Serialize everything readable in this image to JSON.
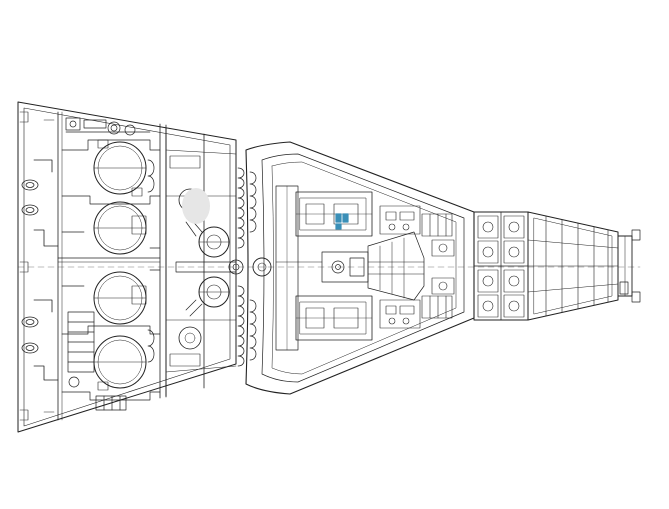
{
  "diagram": {
    "kind": "cutaway-technical-line-drawing",
    "text_labels": [],
    "colors": {
      "background": "#ffffff",
      "line": "#222222",
      "accent": "#3a8fb7",
      "shade": "#e6e6e6"
    },
    "sections": [
      {
        "name": "equipment-module",
        "label": ""
      },
      {
        "name": "retrograde-section",
        "label": ""
      },
      {
        "name": "crew-cabin",
        "label": ""
      },
      {
        "name": "rcs-module",
        "label": ""
      },
      {
        "name": "rendezvous-section",
        "label": ""
      }
    ],
    "components": {
      "spherical_tanks": 4,
      "retro_rockets": 4,
      "crew_seats": 2,
      "rcs_thruster_blocks": 8
    }
  }
}
